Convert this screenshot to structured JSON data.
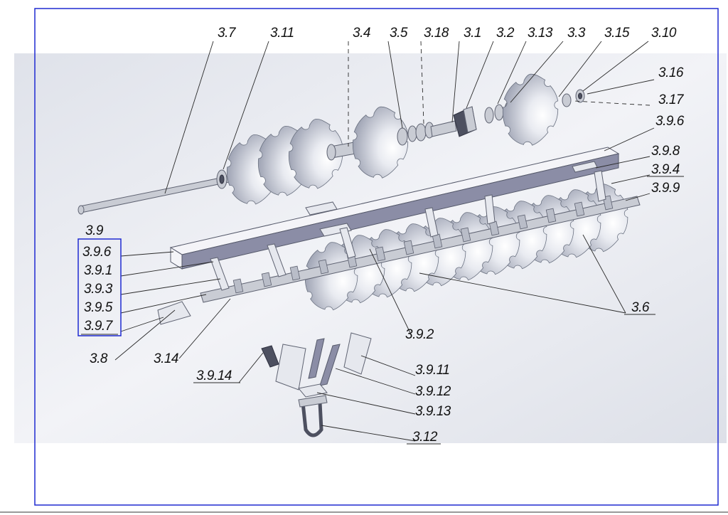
{
  "sheet": {
    "frame_color": "#1f2ad1",
    "group_box_color": "#1f2ad1",
    "background_panel_color": "#eef0f5"
  },
  "labels": {
    "l_3_7": "3.7",
    "l_3_11": "3.11",
    "l_3_4": "3.4",
    "l_3_5": "3.5",
    "l_3_18": "3.18",
    "l_3_1": "3.1",
    "l_3_2": "3.2",
    "l_3_13": "3.13",
    "l_3_3": "3.3",
    "l_3_15": "3.15",
    "l_3_10": "3.10",
    "l_3_16": "3.16",
    "l_3_17": "3.17",
    "l_3_9_6_right": "3.9.6",
    "l_3_9_8": "3.9.8",
    "l_3_9_4": "3.9.4",
    "l_3_9_9": "3.9.9",
    "l_3_9": "3.9",
    "l_3_9_6": "3.9.6",
    "l_3_9_1": "3.9.1",
    "l_3_9_3": "3.9.3",
    "l_3_9_5": "3.9.5",
    "l_3_9_7": "3.9.7",
    "l_3_8": "3.8",
    "l_3_14": "3.14",
    "l_3_9_2": "3.9.2",
    "l_3_6": "3.6",
    "l_3_9_14": "3.9.14",
    "l_3_9_11": "3.9.11",
    "l_3_9_12": "3.9.12",
    "l_3_9_13": "3.9.13",
    "l_3_12": "3.12"
  },
  "icons": {
    "frame": "drawing-frame",
    "group_box": "assembly-group-box"
  }
}
